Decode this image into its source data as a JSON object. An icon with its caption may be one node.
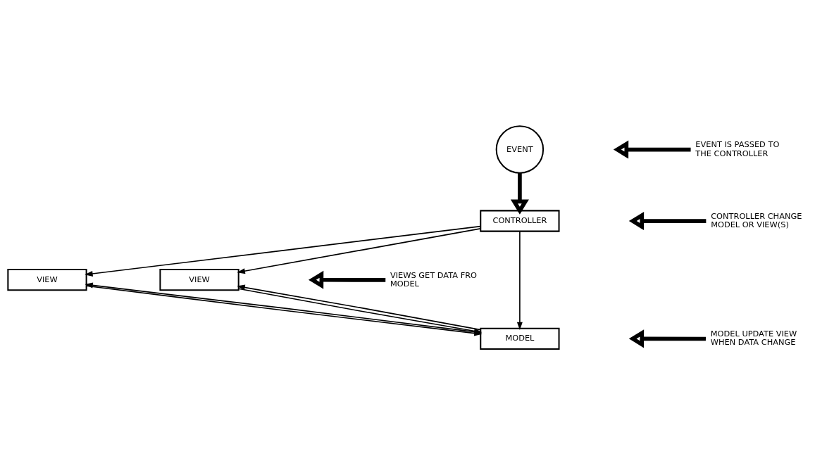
{
  "diagram": {
    "nodes": [
      {
        "text": [
          "EVENT"
        ]
      },
      {
        "text": [
          "CONTROLLER"
        ]
      },
      {
        "text": [
          "VIEW"
        ]
      },
      {
        "text": [
          "VIEW"
        ]
      },
      {
        "text": [
          "MODEL"
        ]
      },
      {
        "text": [
          "EVENT IS PASSED TO THE CONTROLLER"
        ]
      },
      {
        "text": [
          "CONTROLLER CHANGE MODEL OR VIEW(S)"
        ]
      },
      {
        "text": [
          "VIEWS GET DATA FRO MODEL"
        ]
      },
      {
        "text": [
          "MODEL UPDATE VIEW WHEN DATA CHANGE"
        ]
      }
    ],
    "edges": [
      {
        "from": 0,
        "to": 1,
        "arrow": "to",
        "style": "thick"
      },
      {
        "from": 1,
        "to": 2,
        "arrow": "to"
      },
      {
        "from": 1,
        "to": 3,
        "arrow": "to"
      },
      {
        "from": 1,
        "to": 4,
        "arrow": "to"
      },
      {
        "from": 4,
        "to": 2,
        "arrow": "to"
      },
      {
        "from": 4,
        "to": 3,
        "arrow": "to"
      },
      {
        "from": 2,
        "to": 4,
        "arrow": "to"
      },
      {
        "from": 3,
        "to": 4,
        "arrow": "to"
      },
      {
        "from": 5,
        "to": null,
        "arrow": "to",
        "style": "thick"
      },
      {
        "from": 6,
        "to": null,
        "arrow": "to",
        "style": "thick"
      },
      {
        "from": 7,
        "to": null,
        "arrow": "to",
        "style": "thick"
      },
      {
        "from": 8,
        "to": null,
        "arrow": "to",
        "style": "thick"
      }
    ]
  }
}
